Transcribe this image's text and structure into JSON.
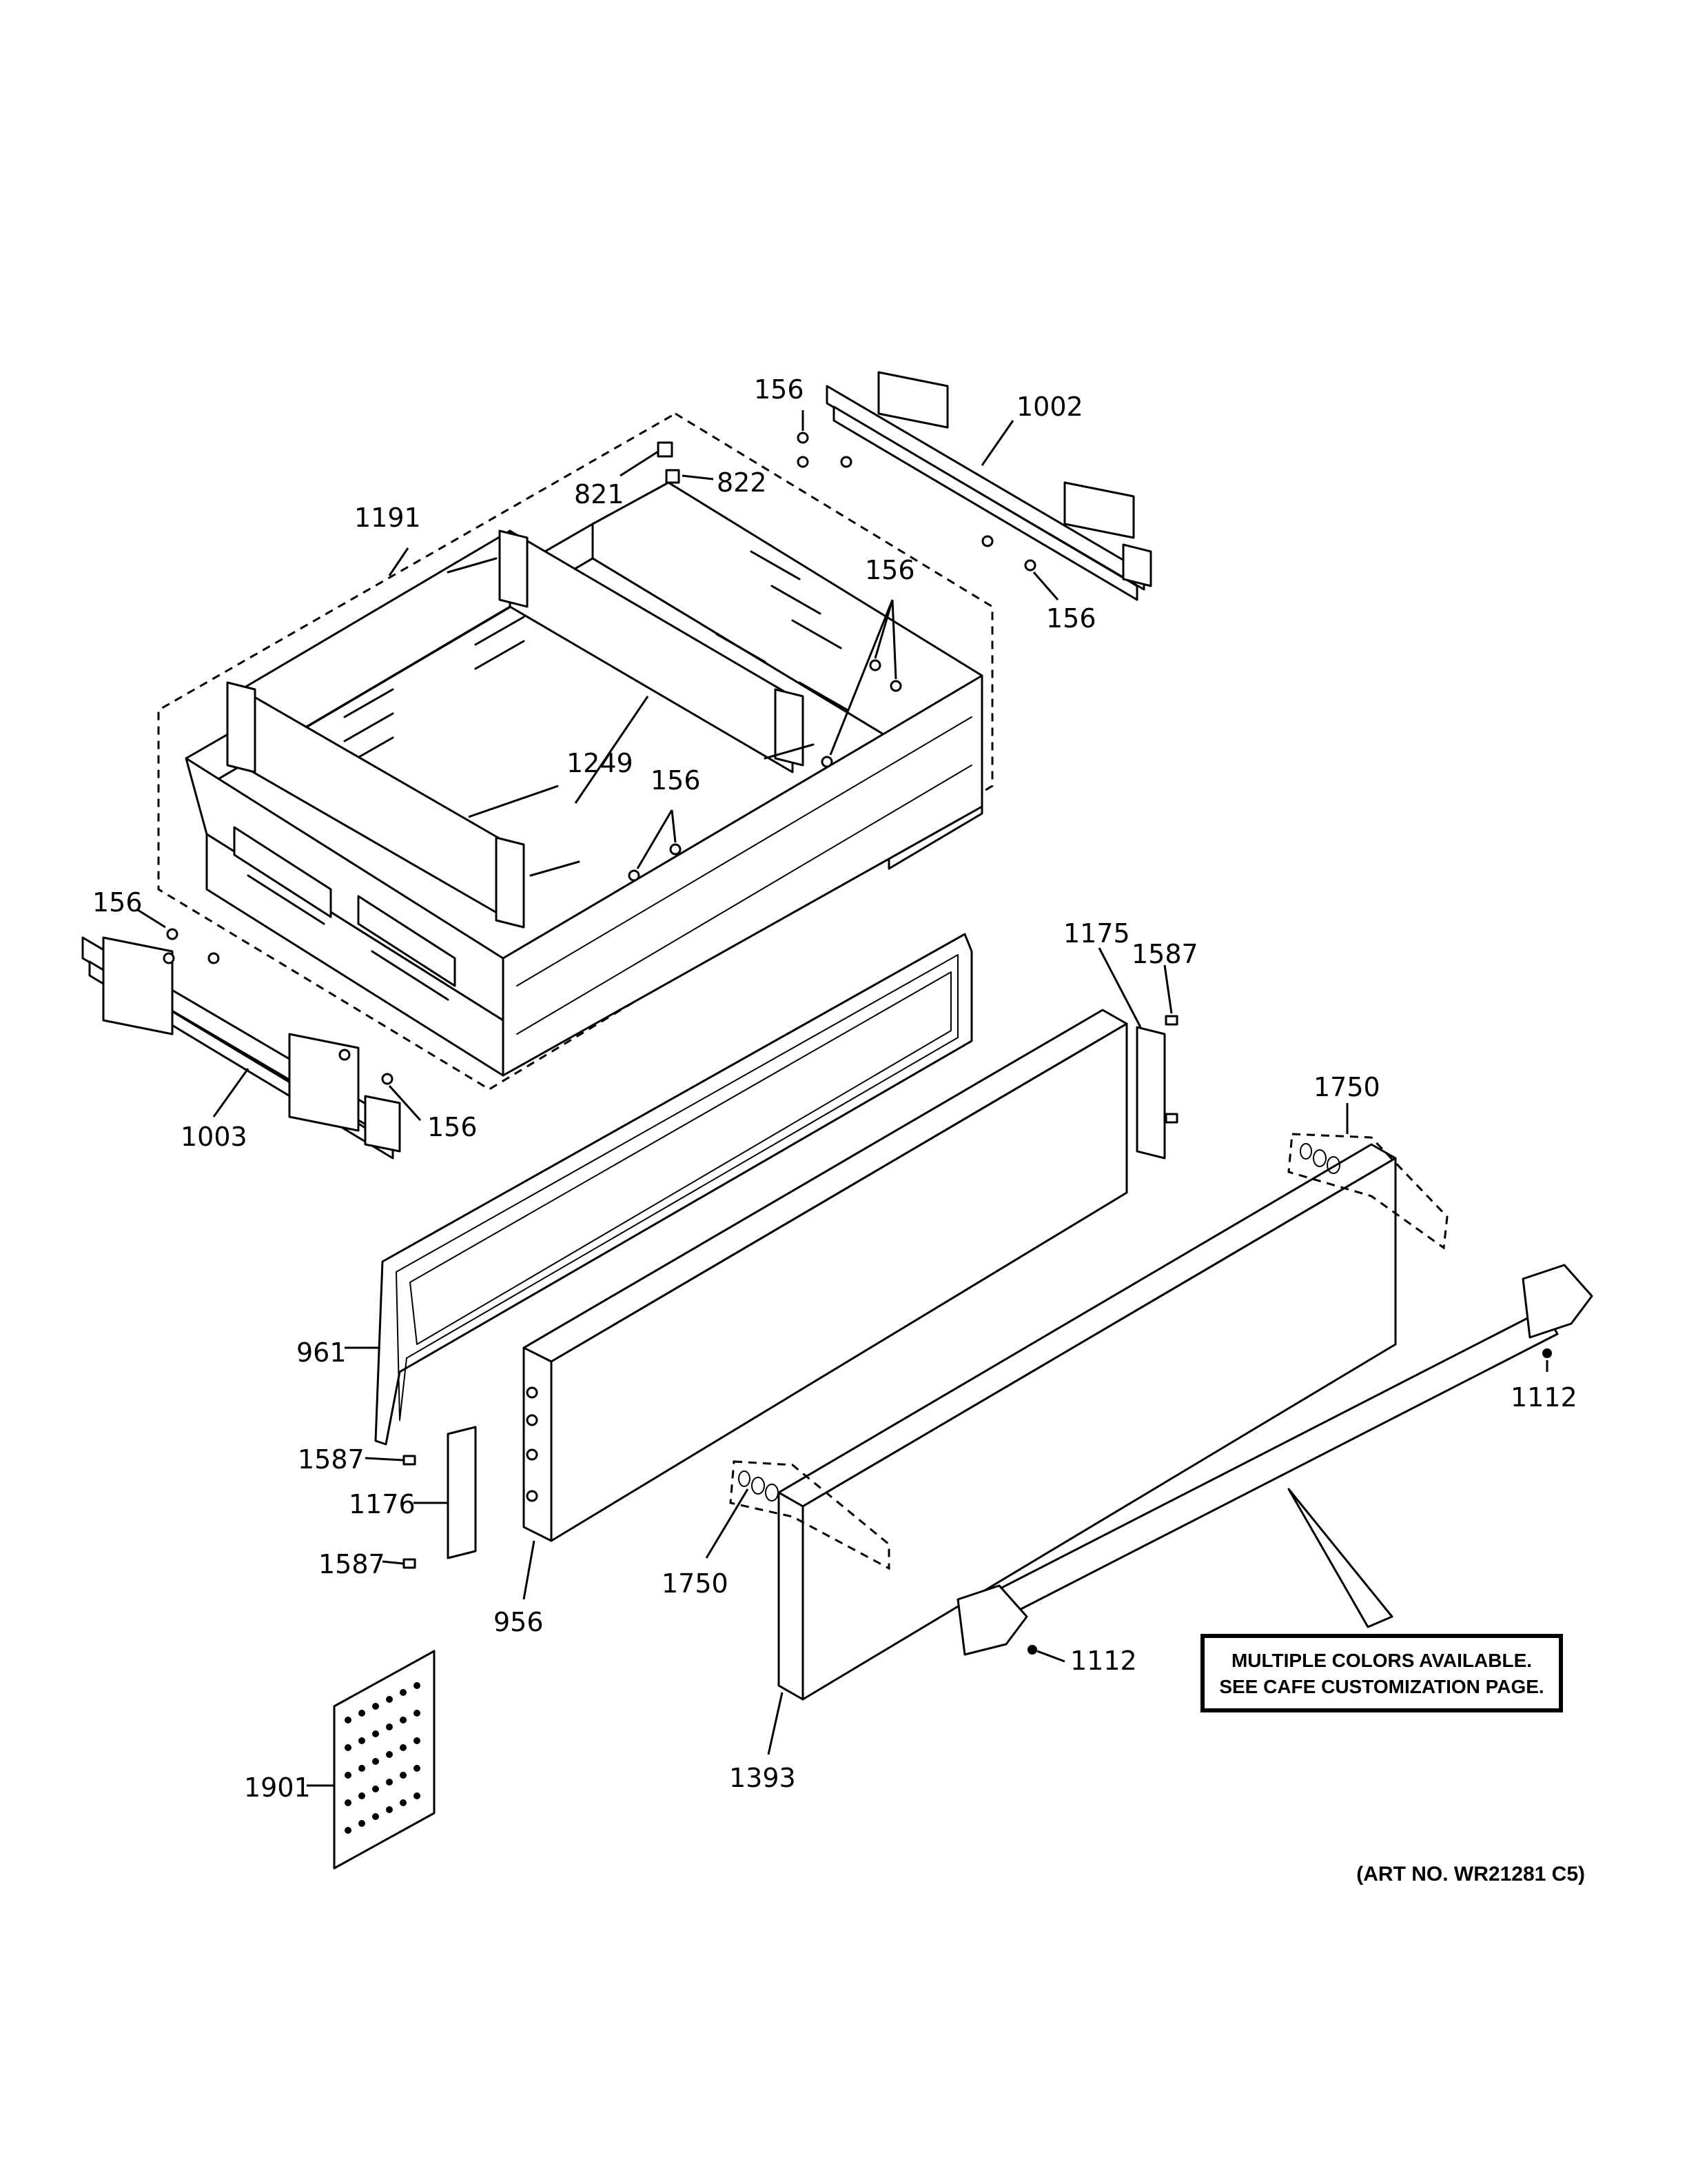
{
  "callouts": {
    "c156_top": "156",
    "c1002": "1002",
    "c821": "821",
    "c822": "822",
    "c1191": "1191",
    "c156_mid": "156",
    "c156_right": "156",
    "c1249": "1249",
    "c156_center": "156",
    "c156_left": "156",
    "c1003": "1003",
    "c156_bottom": "156",
    "c1175": "1175",
    "c1587_top": "1587",
    "c1750_top": "1750",
    "c961": "961",
    "c1112_right": "1112",
    "c1587_mid": "1587",
    "c1176": "1176",
    "c1587_bot": "1587",
    "c956": "956",
    "c1750_bot": "1750",
    "c1112_bot": "1112",
    "c1393": "1393",
    "c1901": "1901"
  },
  "note": {
    "line1": "MULTIPLE COLORS AVAILABLE.",
    "line2": "SEE CAFE CUSTOMIZATION PAGE."
  },
  "art_number": "(ART NO. WR21281 C5)"
}
